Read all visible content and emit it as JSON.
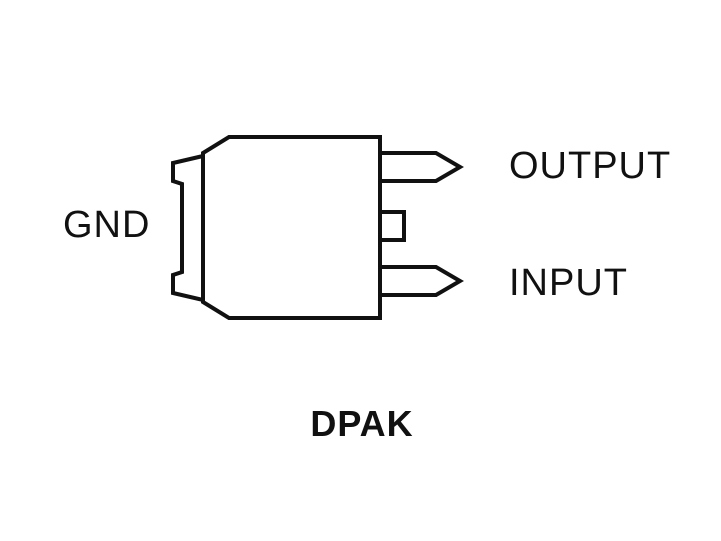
{
  "diagram": {
    "title": "DPAK",
    "labels": {
      "left_pin": "GND",
      "top_right_pin": "OUTPUT",
      "bottom_right_pin": "INPUT"
    },
    "colors": {
      "line": "#111111",
      "background": "#ffffff"
    }
  }
}
